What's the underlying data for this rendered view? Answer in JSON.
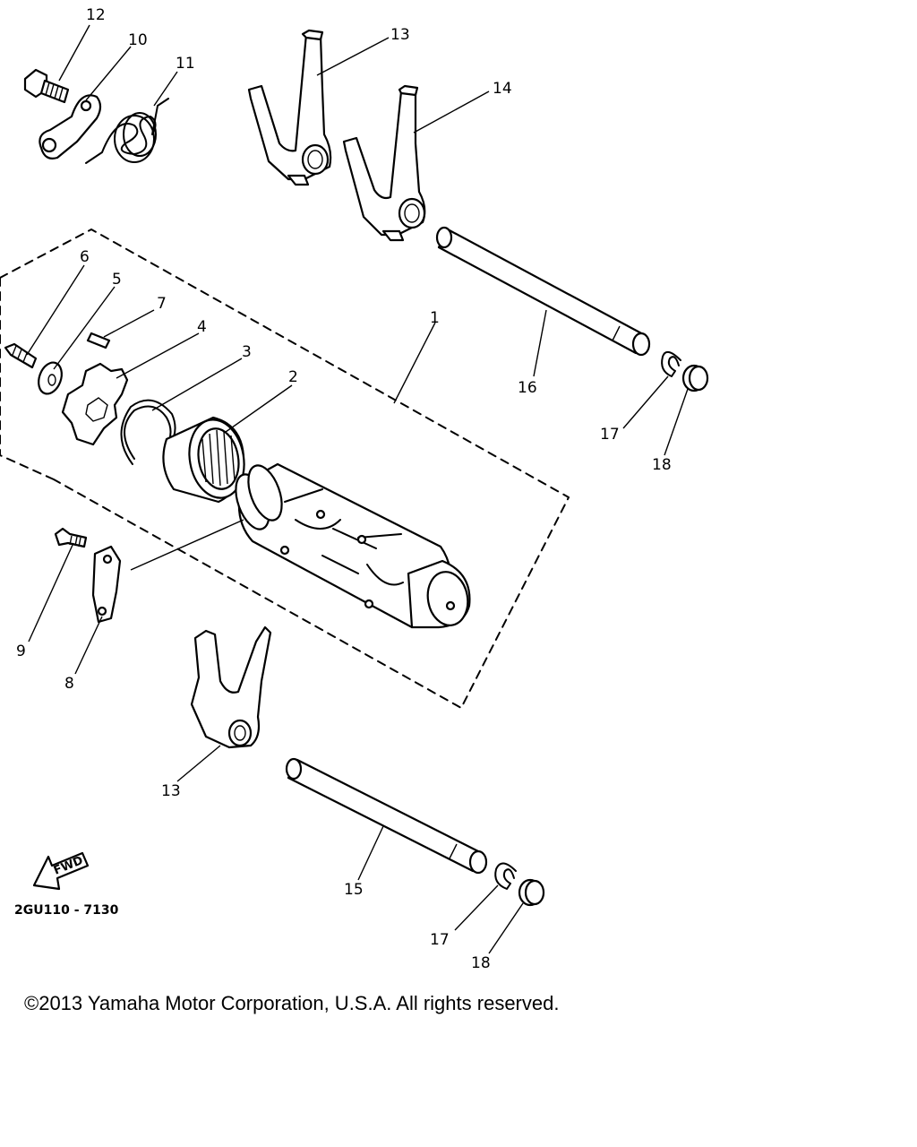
{
  "diagram": {
    "callouts": [
      "1",
      "2",
      "3",
      "4",
      "5",
      "6",
      "7",
      "8",
      "9",
      "10",
      "11",
      "12",
      "13",
      "14",
      "15",
      "16",
      "17",
      "18",
      "13",
      "17",
      "18"
    ],
    "fwd_label": "FWD",
    "drawing_code": "2GU110 - 7130"
  },
  "footer": {
    "copyright": "©2013 Yamaha Motor Corporation, U.S.A. All rights reserved."
  }
}
